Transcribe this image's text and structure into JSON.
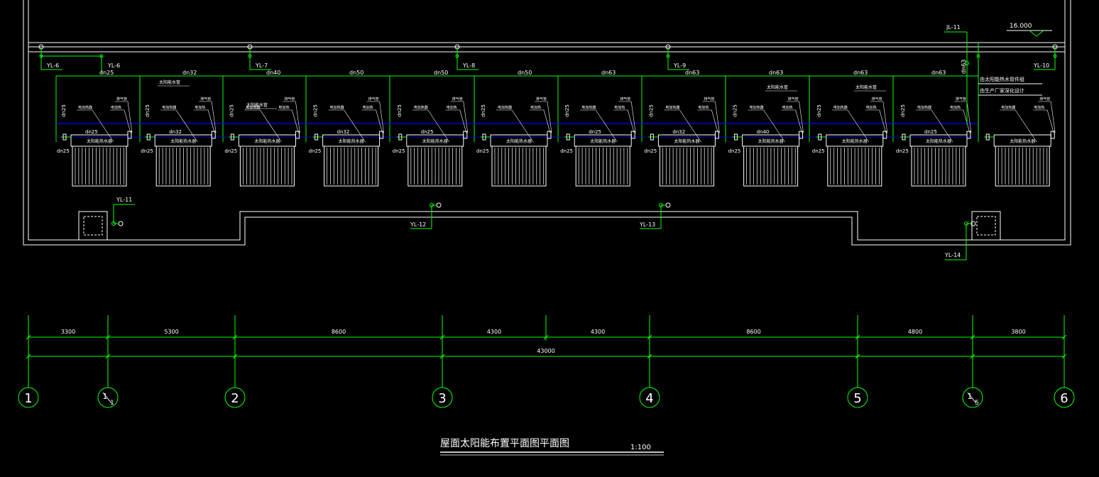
{
  "colors": {
    "background": "#000000",
    "outline": "#ffffff",
    "pipe": "#00ff00",
    "pipe_blue": "#0000ff",
    "grid": "#00ff00",
    "text": "#ffffff"
  },
  "drawing": {
    "elevation": "16.000",
    "title": "屋面太阳能布置平面图平面图",
    "scale": "1:100"
  },
  "risers": [
    {
      "label": "YL-6"
    },
    {
      "label": "YL-7"
    },
    {
      "label": "YL-8"
    },
    {
      "label": "YL-9"
    },
    {
      "label": "YL-10"
    },
    {
      "label": "JL-11"
    }
  ],
  "main_pipe_sizes": [
    "dn25",
    "dn32",
    "dn40",
    "dn50",
    "dn50",
    "dn50",
    "dn63",
    "dn63",
    "dn63",
    "dn63",
    "dn63"
  ],
  "vertical_pipe_label": "dn63",
  "panels": [
    {
      "label": "太阳能热水器",
      "mid_pipe": "dn25",
      "branch": "dn25"
    },
    {
      "label": "太阳能热水器",
      "mid_pipe": "dn32",
      "branch": "dn25"
    },
    {
      "label": "太阳能热水器",
      "mid_pipe": "",
      "branch": "dn25"
    },
    {
      "label": "太阳能热水器",
      "mid_pipe": "dn32",
      "branch": "dn25"
    },
    {
      "label": "太阳能热水器",
      "mid_pipe": "dn25",
      "branch": "dn25"
    },
    {
      "label": "太阳能热水器",
      "mid_pipe": "",
      "branch": "dn25"
    },
    {
      "label": "太阳能热水器",
      "mid_pipe": "dn25",
      "branch": "dn25"
    },
    {
      "label": "太阳能热水器",
      "mid_pipe": "dn32",
      "branch": "dn25"
    },
    {
      "label": "太阳能热水器",
      "mid_pipe": "dn40",
      "branch": "dn25"
    },
    {
      "label": "太阳能热水器",
      "mid_pipe": "",
      "branch": "dn25"
    },
    {
      "label": "太阳能热水器",
      "mid_pipe": "dn25",
      "branch": "dn25"
    },
    {
      "label": "太阳能热水器",
      "mid_pipe": "",
      "branch": ""
    }
  ],
  "small_labels": {
    "a": "排气管",
    "b": "电加热",
    "c": "太阳能水管",
    "d": "电加热器"
  },
  "notes": [
    "由太阳能热水管件组",
    "由生产厂家深化设计"
  ],
  "lower_risers": [
    {
      "label": "YL-11"
    },
    {
      "label": "YL-12"
    },
    {
      "label": "YL-13"
    },
    {
      "label": "YL-14"
    }
  ],
  "segment_dims": [
    "3300",
    "5300",
    "8600",
    "4300",
    "4300",
    "8600",
    "4800",
    "3800"
  ],
  "total_dim": "43000",
  "axes": [
    {
      "label": "1"
    },
    {
      "main": "1",
      "sub": "1"
    },
    {
      "label": "2"
    },
    {
      "label": "3"
    },
    {
      "label": "4"
    },
    {
      "label": "5"
    },
    {
      "main": "1",
      "sub": "5"
    },
    {
      "label": "6"
    }
  ]
}
